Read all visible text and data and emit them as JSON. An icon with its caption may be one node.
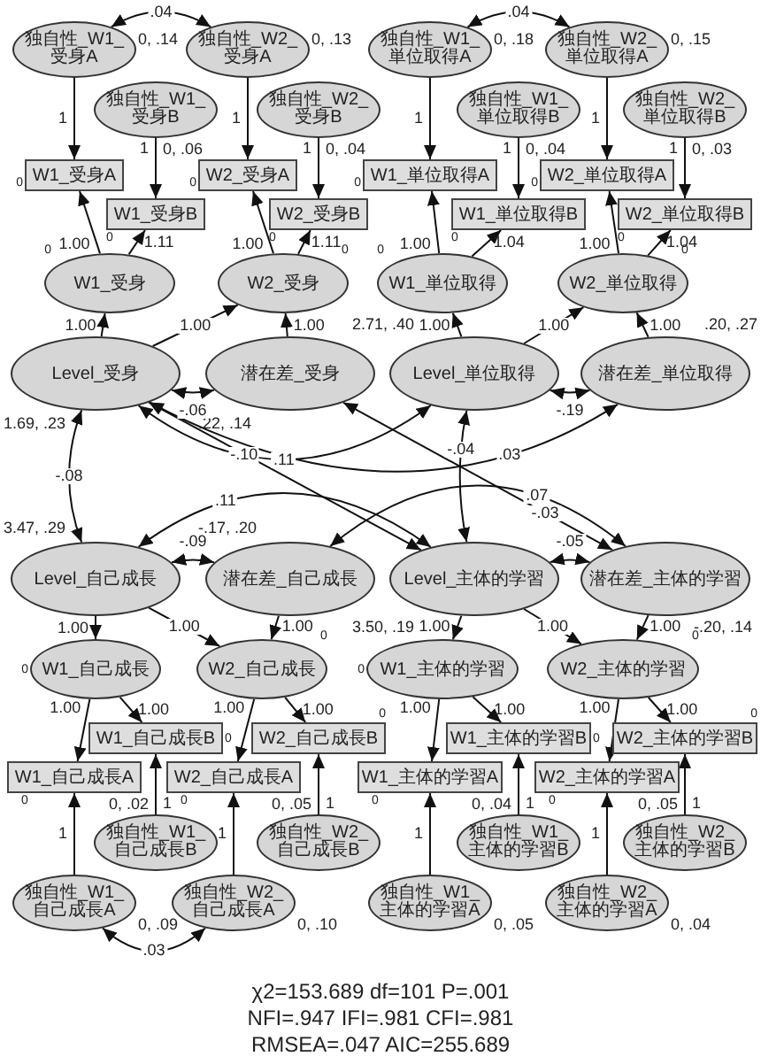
{
  "diagram": {
    "nodes": [
      {
        "text": [
          "独自性_W1_受身A"
        ],
        "beside": [
          "0, .14"
        ]
      },
      {
        "text": [
          "独自性_W1_受身B"
        ],
        "beside": [
          "0, .06"
        ]
      },
      {
        "text": [
          "独自性_W2_受身A"
        ],
        "beside": [
          "0, .13"
        ]
      },
      {
        "text": [
          "独自性_W2_受身B"
        ],
        "beside": [
          "0, .04"
        ]
      },
      {
        "text": [
          "W1_受身A"
        ],
        "beside": [
          "0"
        ]
      },
      {
        "text": [
          "W1_受身B"
        ],
        "beside": [
          "0"
        ]
      },
      {
        "text": [
          "W2_受身A"
        ],
        "beside": [
          "0"
        ]
      },
      {
        "text": [
          "W2_受身B"
        ],
        "beside": [
          "0"
        ]
      },
      {
        "text": [
          "W1_受身"
        ],
        "beside": [
          "0"
        ]
      },
      {
        "text": [
          "W2_受身"
        ],
        "beside": [
          "0"
        ]
      },
      {
        "text": [
          "Level_受身"
        ],
        "beside": [
          "1.69, .23"
        ]
      },
      {
        "text": [
          "潜在差_受身"
        ],
        "beside": [
          ".22, .14"
        ]
      },
      {
        "text": [
          "独自性_W1_単位取得A"
        ],
        "beside": [
          "0, .18"
        ]
      },
      {
        "text": [
          "独自性_W1_単位取得B"
        ],
        "beside": [
          "0, .04"
        ]
      },
      {
        "text": [
          "独自性_W2_単位取得A"
        ],
        "beside": [
          "0, .15"
        ]
      },
      {
        "text": [
          "独自性_W2_単位取得B"
        ],
        "beside": [
          "0, .03"
        ]
      },
      {
        "text": [
          "W1_単位取得A"
        ],
        "beside": [
          "0"
        ]
      },
      {
        "text": [
          "W1_単位取得B"
        ],
        "beside": [
          "0"
        ]
      },
      {
        "text": [
          "W2_単位取得A"
        ],
        "beside": [
          "0"
        ]
      },
      {
        "text": [
          "W2_単位取得B"
        ],
        "beside": [
          "0"
        ]
      },
      {
        "text": [
          "W1_単位取得"
        ],
        "beside": [
          "0"
        ]
      },
      {
        "text": [
          "W2_単位取得"
        ],
        "beside": [
          "0"
        ]
      },
      {
        "text": [
          "Level_単位取得"
        ],
        "beside": [
          "2.71, .40"
        ]
      },
      {
        "text": [
          "潜在差_単位取得"
        ],
        "beside": [
          ".20, .27"
        ]
      },
      {
        "text": [
          "独自性_W1_自己成長A"
        ],
        "beside": [
          "0, .09"
        ]
      },
      {
        "text": [
          "独自性_W1_自己成長B"
        ],
        "beside": [
          "0, .02"
        ]
      },
      {
        "text": [
          "独自性_W2_自己成長A"
        ],
        "beside": [
          "0, .10"
        ]
      },
      {
        "text": [
          "独自性_W2_自己成長B"
        ],
        "beside": [
          "0, .05"
        ]
      },
      {
        "text": [
          "W1_自己成長A"
        ],
        "beside": [
          "0"
        ]
      },
      {
        "text": [
          "W1_自己成長B"
        ],
        "beside": [
          "0"
        ]
      },
      {
        "text": [
          "W2_自己成長A"
        ],
        "beside": [
          "0"
        ]
      },
      {
        "text": [
          "W2_自己成長B"
        ],
        "beside": [
          "0"
        ]
      },
      {
        "text": [
          "W1_自己成長"
        ],
        "beside": [
          "0"
        ]
      },
      {
        "text": [
          "W2_自己成長"
        ],
        "beside": [
          "0"
        ]
      },
      {
        "text": [
          "Level_自己成長"
        ],
        "beside": [
          "3.47, .29"
        ]
      },
      {
        "text": [
          "潜在差_自己成長"
        ],
        "beside": [
          "-.17, .20"
        ]
      },
      {
        "text": [
          "独自性_W1_主体的学習A"
        ],
        "beside": [
          "0, .05"
        ]
      },
      {
        "text": [
          "独自性_W1_主体的学習B"
        ],
        "beside": [
          "0, .04"
        ]
      },
      {
        "text": [
          "独自性_W2_主体的学習A"
        ],
        "beside": [
          "0, .04"
        ]
      },
      {
        "text": [
          "独自性_W2_主体的学習B"
        ],
        "beside": [
          "0, .05"
        ]
      },
      {
        "text": [
          "W1_主体的学習A"
        ],
        "beside": [
          "0"
        ]
      },
      {
        "text": [
          "W1_主体的学習B"
        ],
        "beside": [
          "0"
        ]
      },
      {
        "text": [
          "W2_主体的学習A"
        ],
        "beside": [
          "0"
        ]
      },
      {
        "text": [
          "W2_主体的学習B"
        ],
        "beside": [
          "0"
        ]
      },
      {
        "text": [
          "W1_主体的学習"
        ],
        "beside": [
          "0"
        ]
      },
      {
        "text": [
          "W2_主体的学習"
        ],
        "beside": [
          "0"
        ]
      },
      {
        "text": [
          "Level_主体的学習"
        ],
        "beside": [
          "3.50, .19"
        ]
      },
      {
        "text": [
          "潜在差_主体的学習"
        ],
        "beside": [
          "-.20, .14"
        ]
      }
    ],
    "edges": [
      {
        "from": 0,
        "to": 4,
        "arrow": "to",
        "label": "1"
      },
      {
        "from": 1,
        "to": 5,
        "arrow": "to",
        "label": "1"
      },
      {
        "from": 2,
        "to": 6,
        "arrow": "to",
        "label": "1"
      },
      {
        "from": 3,
        "to": 7,
        "arrow": "to",
        "label": "1"
      },
      {
        "from": 8,
        "to": 4,
        "arrow": "to",
        "label": "1.00"
      },
      {
        "from": 8,
        "to": 5,
        "arrow": "to",
        "label": "1.11"
      },
      {
        "from": 9,
        "to": 6,
        "arrow": "to",
        "label": "1.00"
      },
      {
        "from": 9,
        "to": 7,
        "arrow": "to",
        "label": "1.11"
      },
      {
        "from": 10,
        "to": 8,
        "arrow": "to",
        "label": "1.00"
      },
      {
        "from": 10,
        "to": 9,
        "arrow": "to",
        "label": "1.00"
      },
      {
        "from": 11,
        "to": 9,
        "arrow": "to",
        "label": "1.00"
      },
      {
        "from": 10,
        "to": 11,
        "arrow": "both",
        "label": "-.06"
      },
      {
        "from": 0,
        "to": 2,
        "arrow": "both",
        "label": ".04"
      },
      {
        "from": 12,
        "to": 16,
        "arrow": "to",
        "label": "1"
      },
      {
        "from": 13,
        "to": 17,
        "arrow": "to",
        "label": "1"
      },
      {
        "from": 14,
        "to": 18,
        "arrow": "to",
        "label": "1"
      },
      {
        "from": 15,
        "to": 19,
        "arrow": "to",
        "label": "1"
      },
      {
        "from": 20,
        "to": 16,
        "arrow": "to",
        "label": "1.00"
      },
      {
        "from": 20,
        "to": 17,
        "arrow": "to",
        "label": "1.04"
      },
      {
        "from": 21,
        "to": 18,
        "arrow": "to",
        "label": "1.00"
      },
      {
        "from": 21,
        "to": 19,
        "arrow": "to",
        "label": "1.04"
      },
      {
        "from": 22,
        "to": 20,
        "arrow": "to",
        "label": "1.00"
      },
      {
        "from": 22,
        "to": 21,
        "arrow": "to",
        "label": "1.00"
      },
      {
        "from": 23,
        "to": 21,
        "arrow": "to",
        "label": "1.00"
      },
      {
        "from": 22,
        "to": 23,
        "arrow": "both",
        "label": "-.19"
      },
      {
        "from": 12,
        "to": 14,
        "arrow": "both",
        "label": ".04"
      },
      {
        "from": 24,
        "to": 28,
        "arrow": "to",
        "label": "1"
      },
      {
        "from": 25,
        "to": 29,
        "arrow": "to",
        "label": "1"
      },
      {
        "from": 26,
        "to": 30,
        "arrow": "to",
        "label": "1"
      },
      {
        "from": 27,
        "to": 31,
        "arrow": "to",
        "label": "1"
      },
      {
        "from": 32,
        "to": 28,
        "arrow": "to",
        "label": "1.00"
      },
      {
        "from": 32,
        "to": 29,
        "arrow": "to",
        "label": "1.00"
      },
      {
        "from": 33,
        "to": 30,
        "arrow": "to",
        "label": "1.00"
      },
      {
        "from": 33,
        "to": 31,
        "arrow": "to",
        "label": "1.00"
      },
      {
        "from": 34,
        "to": 32,
        "arrow": "to",
        "label": "1.00"
      },
      {
        "from": 34,
        "to": 33,
        "arrow": "to",
        "label": "1.00"
      },
      {
        "from": 35,
        "to": 33,
        "arrow": "to",
        "label": "1.00"
      },
      {
        "from": 34,
        "to": 35,
        "arrow": "both",
        "label": "-.09"
      },
      {
        "from": 24,
        "to": 26,
        "arrow": "both",
        "label": ".03"
      },
      {
        "from": 36,
        "to": 40,
        "arrow": "to",
        "label": "1"
      },
      {
        "from": 37,
        "to": 41,
        "arrow": "to",
        "label": "1"
      },
      {
        "from": 38,
        "to": 42,
        "arrow": "to",
        "label": "1"
      },
      {
        "from": 39,
        "to": 43,
        "arrow": "to",
        "label": "1"
      },
      {
        "from": 44,
        "to": 40,
        "arrow": "to",
        "label": "1.00"
      },
      {
        "from": 44,
        "to": 41,
        "arrow": "to",
        "label": "1.00"
      },
      {
        "from": 45,
        "to": 42,
        "arrow": "to",
        "label": "1.00"
      },
      {
        "from": 45,
        "to": 43,
        "arrow": "to",
        "label": "1.00"
      },
      {
        "from": 46,
        "to": 44,
        "arrow": "to",
        "label": "1.00"
      },
      {
        "from": 46,
        "to": 45,
        "arrow": "to",
        "label": "1.00"
      },
      {
        "from": 47,
        "to": 45,
        "arrow": "to",
        "label": "1.00"
      },
      {
        "from": 46,
        "to": 47,
        "arrow": "both",
        "label": "-.05"
      },
      {
        "from": 10,
        "to": 22,
        "arrow": "both",
        "label": ".11"
      },
      {
        "from": 10,
        "to": 23,
        "arrow": "both",
        "label": ".03"
      },
      {
        "from": 10,
        "to": 46,
        "arrow": "both",
        "label": "-.10"
      },
      {
        "from": 10,
        "to": 34,
        "arrow": "both",
        "label": "-.08"
      },
      {
        "from": 11,
        "to": 47,
        "arrow": "both",
        "label": "-.03"
      },
      {
        "from": 22,
        "to": 46,
        "arrow": "both",
        "label": "-.04"
      },
      {
        "from": 34,
        "to": 46,
        "arrow": "both",
        "label": ".11"
      },
      {
        "from": 35,
        "to": 47,
        "arrow": "both",
        "label": ".07"
      }
    ],
    "labels": [
      "χ2=153.689 df=101 P=.001",
      "NFI=.947 IFI=.981 CFI=.981",
      "RMSEA=.047 AIC=255.689"
    ]
  }
}
